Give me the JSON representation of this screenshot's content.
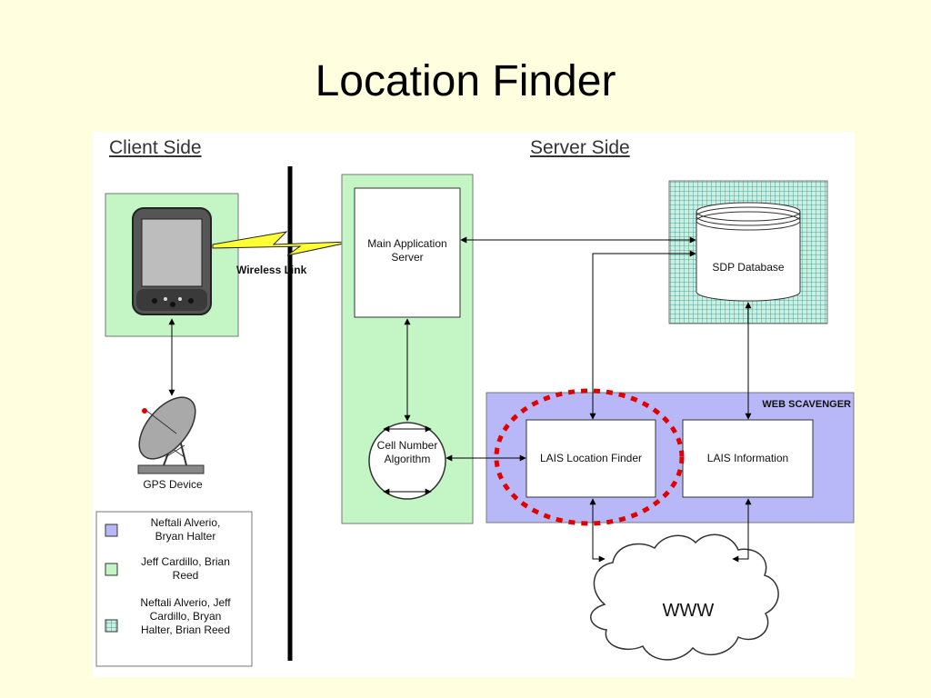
{
  "title": "Location Finder",
  "headers": {
    "client": "Client Side",
    "server": "Server Side"
  },
  "nodes": {
    "wireless_link": "Wireless Link",
    "gps_device": "GPS Device",
    "main_app_server": "Main Application Server",
    "cell_number_algorithm": "Cell Number Algorithm",
    "sdp_database": "SDP Database",
    "web_scavenger": "WEB SCAVENGER",
    "lais_location_finder": "LAIS Location Finder",
    "lais_information": "LAIS Information",
    "www": "WWW"
  },
  "legend": [
    {
      "label": "Neftali Alverio, Bryan Halter",
      "color": "#b8b8f8",
      "pattern": "solid"
    },
    {
      "label": "Jeff Cardillo, Brian Reed",
      "color": "#c4f5c4",
      "pattern": "solid"
    },
    {
      "label": "Neftali Alverio, Jeff Cardillo, Bryan Halter, Brian Reed",
      "color": "#b9e8d6",
      "pattern": "grid"
    }
  ],
  "colors": {
    "background": "#ffffe0",
    "panel": "#ffffff",
    "client_green": "#c4f5c4",
    "server_green": "#c4f5c4",
    "web_scavenger_blue": "#b8b8f8",
    "sdp_grid": "#b9e8d6",
    "highlight_red": "#e00000",
    "lightning": "#ffff33"
  }
}
